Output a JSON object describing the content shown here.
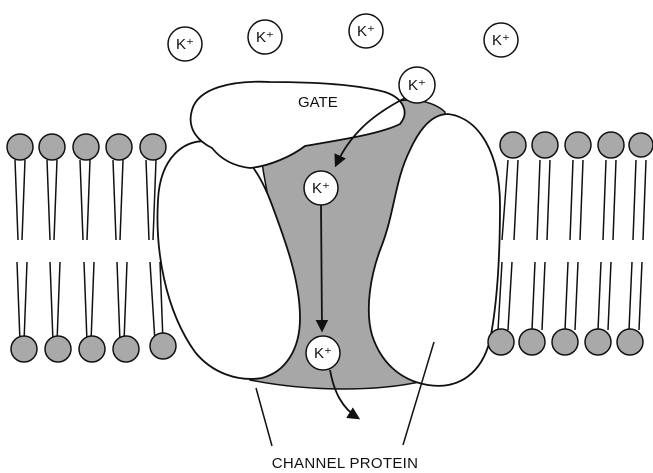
{
  "labels": {
    "gate": "GATE",
    "caption": "CHANNEL PROTEIN"
  },
  "ions": [
    {
      "id": "ion-1",
      "label": "K⁺"
    },
    {
      "id": "ion-2",
      "label": "K⁺"
    },
    {
      "id": "ion-3",
      "label": "K⁺"
    },
    {
      "id": "ion-4",
      "label": "K⁺"
    },
    {
      "id": "ion-5",
      "label": "K⁺"
    },
    {
      "id": "ion-6",
      "label": "K⁺"
    },
    {
      "id": "ion-7",
      "label": "K⁺"
    }
  ],
  "colors": {
    "channel_pore": "#a7a7a7",
    "lipid_head": "#a9a9a9",
    "outline": "#111111"
  }
}
